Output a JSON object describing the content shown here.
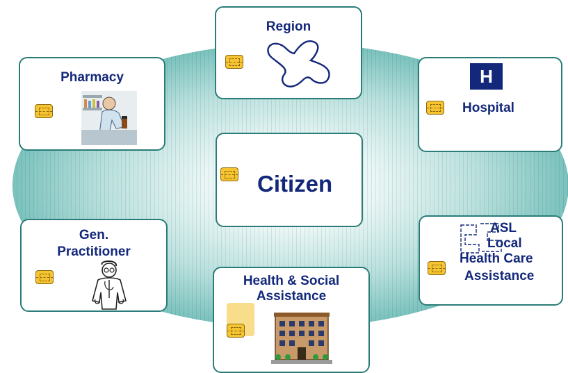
{
  "nodes": {
    "region": "Region",
    "pharmacy": "Pharmacy",
    "hospital": {
      "badge": "H",
      "label": "Hospital"
    },
    "citizen": "Citizen",
    "gp": {
      "line1": "Gen.",
      "line2": "Practitioner"
    },
    "health_social": {
      "line1": "Health & Social",
      "line2": "Assistance"
    },
    "asl": {
      "line1": "ASL",
      "line2": "Local",
      "line3": "Health Care",
      "line4": "Assistance"
    }
  },
  "colors": {
    "label": "#13287a",
    "box_border": "#2a7c78",
    "chip": "#f7c431",
    "ellipse_outer": "#2f8f8a",
    "hospital_badge": "#13287a"
  },
  "icons": {
    "card_chip": "smart-card-chip-icon",
    "region": "region-shape-icon",
    "pharmacy": "pharmacist-clipart",
    "hospital": "hospital-h-icon",
    "gp": "doctor-clipart",
    "health_social": "building-clipart",
    "asl": "asl-logo"
  }
}
